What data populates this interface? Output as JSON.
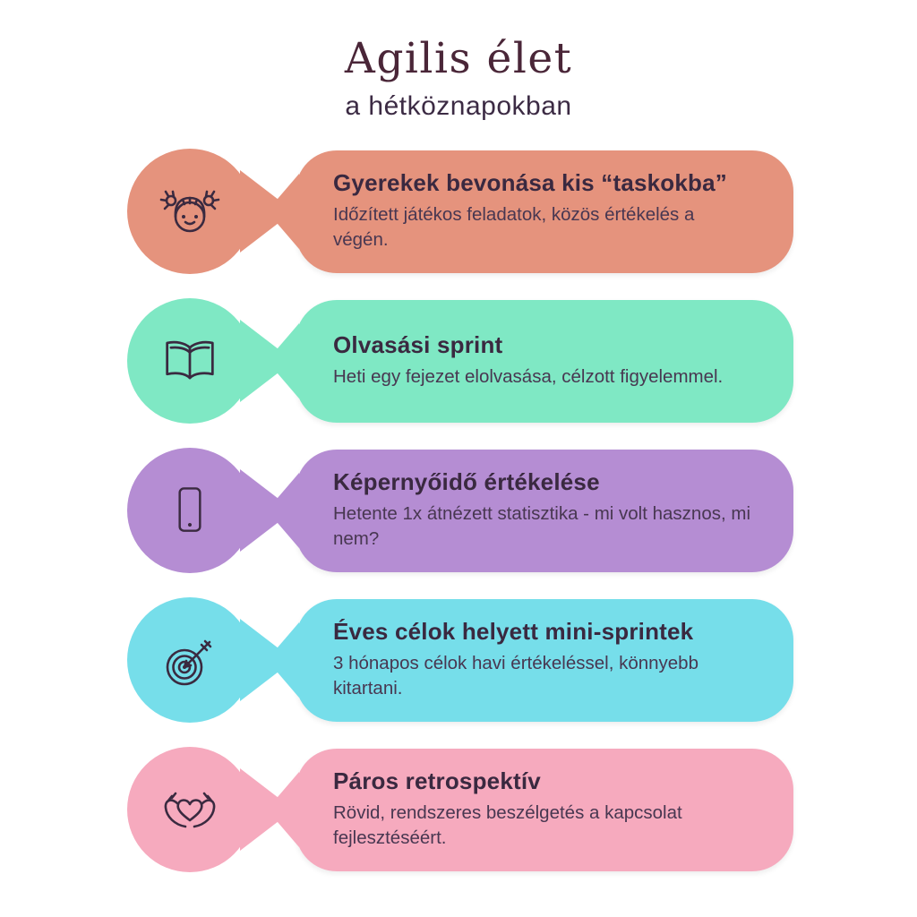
{
  "header": {
    "title": "Agilis élet",
    "subtitle": "a hétköznapokban"
  },
  "rows": [
    {
      "icon": "girl-face-icon",
      "color": "#E5937D",
      "title": "Gyerekek bevonása kis “taskokba”",
      "description": "Időzített játékos feladatok, közös értékelés a végén."
    },
    {
      "icon": "open-book-icon",
      "color": "#7FE8C4",
      "title": "Olvasási sprint",
      "description": "Heti egy fejezet elolvasása, célzott figyelemmel."
    },
    {
      "icon": "smartphone-icon",
      "color": "#B58DD3",
      "title": "Képernyőidő értékelése",
      "description": "Hetente 1x átnézett statisztika - mi volt hasznos, mi nem?"
    },
    {
      "icon": "target-arrow-icon",
      "color": "#76DEEA",
      "title": "Éves célok helyett mini-sprintek",
      "description": "3 hónapos célok havi értékeléssel, könnyebb kitartani."
    },
    {
      "icon": "heart-hands-icon",
      "color": "#F6AABE",
      "title": "Páros retrospektív",
      "description": "Rövid, rendszeres beszélgetés a kapcsolat fejlesztéséért."
    }
  ]
}
